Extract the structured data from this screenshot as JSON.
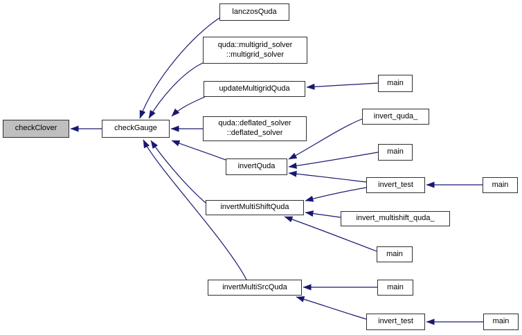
{
  "colors": {
    "edge": "#191970",
    "node_border": "#2e2e2e",
    "node_fill": "#ffffff",
    "highlight_fill": "#bfbfbf",
    "text": "#000000",
    "background": "#ffffff"
  },
  "nodes": {
    "checkClover": {
      "label": "checkClover",
      "highlighted": true
    },
    "checkGauge": {
      "label": "checkGauge"
    },
    "lanczosQuda": {
      "label": "lanczosQuda"
    },
    "multigrid_solver": {
      "label": "quda::multigrid_solver\n::multigrid_solver"
    },
    "updateMultigridQuda": {
      "label": "updateMultigridQuda"
    },
    "deflated_solver": {
      "label": "quda::deflated_solver\n::deflated_solver"
    },
    "invertQuda": {
      "label": "invertQuda"
    },
    "invert_quda_": {
      "label": "invert_quda_"
    },
    "invertMultiShiftQuda": {
      "label": "invertMultiShiftQuda"
    },
    "invert_multishift_quda_": {
      "label": "invert_multishift_quda_"
    },
    "invertMultiSrcQuda": {
      "label": "invertMultiSrcQuda"
    },
    "invert_test_1": {
      "label": "invert_test"
    },
    "invert_test_2": {
      "label": "invert_test"
    },
    "main_1": {
      "label": "main"
    },
    "main_2": {
      "label": "main"
    },
    "main_3": {
      "label": "main"
    },
    "main_4": {
      "label": "main"
    },
    "main_5": {
      "label": "main"
    },
    "main_6": {
      "label": "main"
    }
  },
  "edges": [
    {
      "from": "checkGauge",
      "to": "checkClover"
    },
    {
      "from": "lanczosQuda",
      "to": "checkGauge"
    },
    {
      "from": "quda::multigrid_solver::multigrid_solver",
      "to": "checkGauge"
    },
    {
      "from": "updateMultigridQuda",
      "to": "checkGauge"
    },
    {
      "from": "quda::deflated_solver::deflated_solver",
      "to": "checkGauge"
    },
    {
      "from": "invertQuda",
      "to": "checkGauge"
    },
    {
      "from": "invertMultiShiftQuda",
      "to": "checkGauge"
    },
    {
      "from": "invertMultiSrcQuda",
      "to": "checkGauge"
    },
    {
      "from": "main_1",
      "to": "updateMultigridQuda"
    },
    {
      "from": "invert_quda_",
      "to": "invertQuda"
    },
    {
      "from": "main_2",
      "to": "invertQuda"
    },
    {
      "from": "invert_test_1",
      "to": "invertQuda"
    },
    {
      "from": "invert_test_1",
      "to": "invertMultiShiftQuda"
    },
    {
      "from": "invert_multishift_quda_",
      "to": "invertMultiShiftQuda"
    },
    {
      "from": "main_4",
      "to": "invertMultiShiftQuda"
    },
    {
      "from": "main_3",
      "to": "invert_test_1"
    },
    {
      "from": "main_5",
      "to": "invertMultiSrcQuda"
    },
    {
      "from": "invert_test_2",
      "to": "invertMultiSrcQuda"
    },
    {
      "from": "main_6",
      "to": "invert_test_2"
    }
  ]
}
